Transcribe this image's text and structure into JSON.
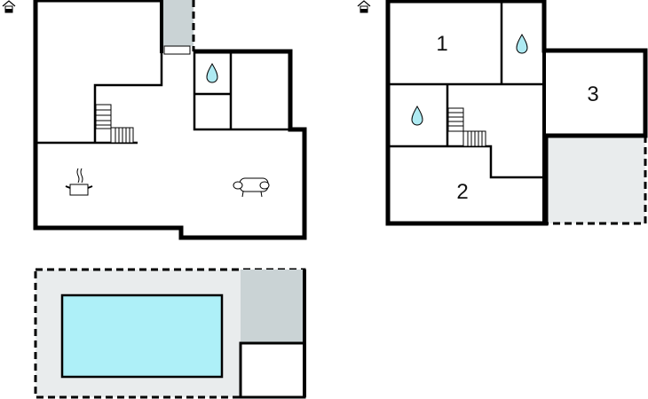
{
  "floor_plans": {
    "ground_floor": {
      "icon": "house-icon"
    },
    "upper_floor": {
      "icon": "house-icon",
      "room_labels": [
        "1",
        "2",
        "3"
      ]
    },
    "pool_area": {}
  },
  "colors": {
    "wall": "#000000",
    "terrace": "#e9eced",
    "covered": "#cad3d5",
    "pool": "#aef0f8",
    "water_drop": "#aeeaf2"
  }
}
